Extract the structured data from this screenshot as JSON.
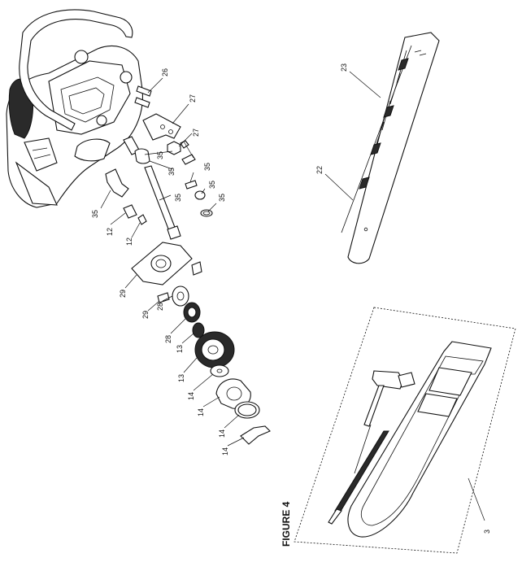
{
  "figure": {
    "title": "FIGURE 4"
  },
  "callouts": {
    "p3": "3",
    "p12a": "12",
    "p12b": "12",
    "p13a": "13",
    "p13b": "13",
    "p14a": "14",
    "p14b": "14",
    "p14c": "14",
    "p14d": "14",
    "p22": "22",
    "p23": "23",
    "p26": "26",
    "p27a": "27",
    "p27b": "27",
    "p28a": "28",
    "p28b": "28",
    "p29a": "29",
    "p29b": "29",
    "p35a": "35",
    "p35b": "35",
    "p35c": "35",
    "p35d": "35",
    "p35e": "35",
    "p35f": "35"
  }
}
